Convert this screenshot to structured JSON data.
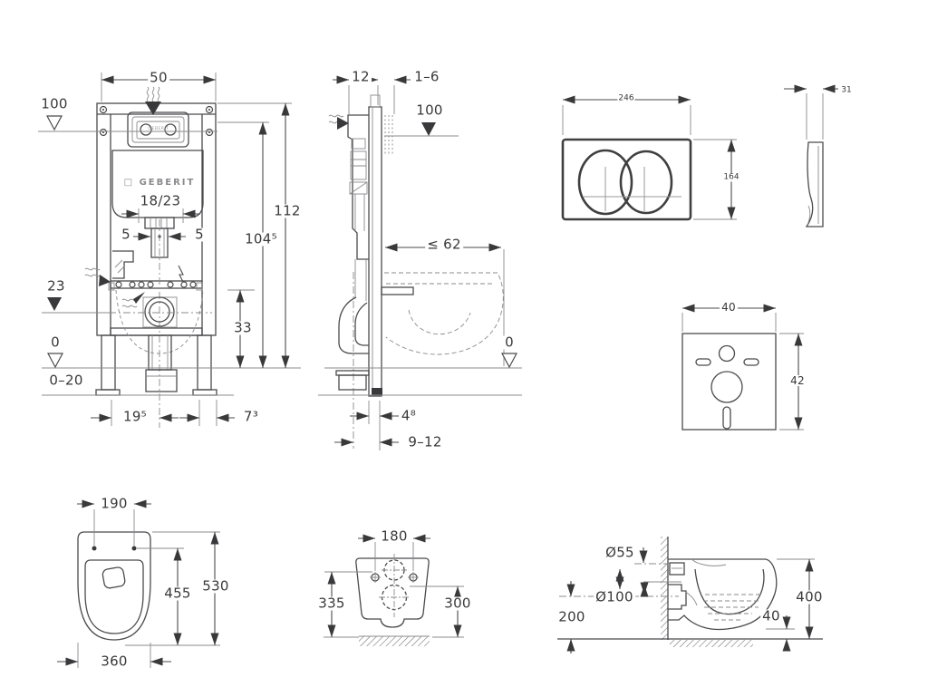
{
  "brand": "GEBERIT",
  "brand_logo": "□ GEBERIT",
  "views": {
    "frame_front": {
      "dims": {
        "width": "50",
        "ref_height": "100",
        "total_height": "112",
        "upper_height": "104⁵",
        "flush_bend": "18/23",
        "offset_left": "5",
        "offset_right": "5",
        "outlet_level": "23",
        "outlet_axis_height": "33",
        "floor_level": "0",
        "floor_adjust": "0–20",
        "foot_offset": "19⁵",
        "leg_width": "7³"
      }
    },
    "frame_side": {
      "dims": {
        "depth": "12",
        "wall_distance": "1–6",
        "ref_height": "100",
        "max_projection": "≤ 62",
        "floor_level": "0",
        "rail_depth": "4⁸",
        "pipe_distance": "9–12"
      }
    },
    "flush_plate_front": {
      "dims": {
        "width": "246",
        "height": "164"
      }
    },
    "flush_plate_side": {
      "dims": {
        "depth": "31"
      }
    },
    "sound_pad": {
      "dims": {
        "width": "40",
        "height": "42"
      }
    },
    "wc_top": {
      "dims": {
        "fixing_spacing": "190",
        "depth_to_holes": "455",
        "depth": "530",
        "width": "360"
      }
    },
    "wc_rear": {
      "dims": {
        "fixing_spacing": "180",
        "left_height": "335",
        "right_height": "300"
      }
    },
    "wc_side": {
      "dims": {
        "inlet_diameter": "Ø55",
        "outlet_diameter": "Ø100",
        "outlet_axis_height": "200",
        "total_height": "400",
        "bottom_clearance": "40"
      }
    }
  }
}
